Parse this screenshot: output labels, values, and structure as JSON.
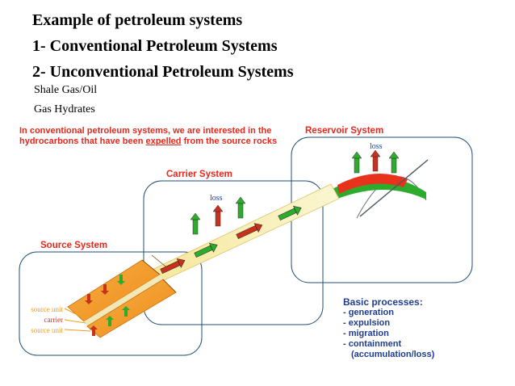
{
  "title_lines": [
    "Example of petroleum systems",
    "1- Conventional Petroleum Systems",
    "2- Unconventional Petroleum Systems"
  ],
  "sub_items": [
    "Shale Gas/Oil",
    "Gas Hydrates"
  ],
  "note": {
    "part1": "In conventional petroleum systems, we are interested in the hydrocarbons that have been",
    "emphasis": "expelled",
    "part2": "from the source rocks"
  },
  "systems": {
    "source": "Source System",
    "carrier": "Carrier System",
    "reservoir": "Reservoir System"
  },
  "loss_label": "loss",
  "layer_labels": [
    "source unit",
    "carrier",
    "source unit"
  ],
  "basic_processes": {
    "heading": "Basic processes:",
    "items": [
      "- generation",
      "- expulsion",
      "- migration",
      "- containment"
    ],
    "sub": "(accumulation/loss)"
  },
  "colors": {
    "note_red": "#e8281c",
    "process_blue": "#1f3d8f",
    "source_orange": "#f59a23",
    "carrier_yellow": "#f5eeb0",
    "arrow_green": "#2dab2d",
    "arrow_red": "#c8321c"
  }
}
